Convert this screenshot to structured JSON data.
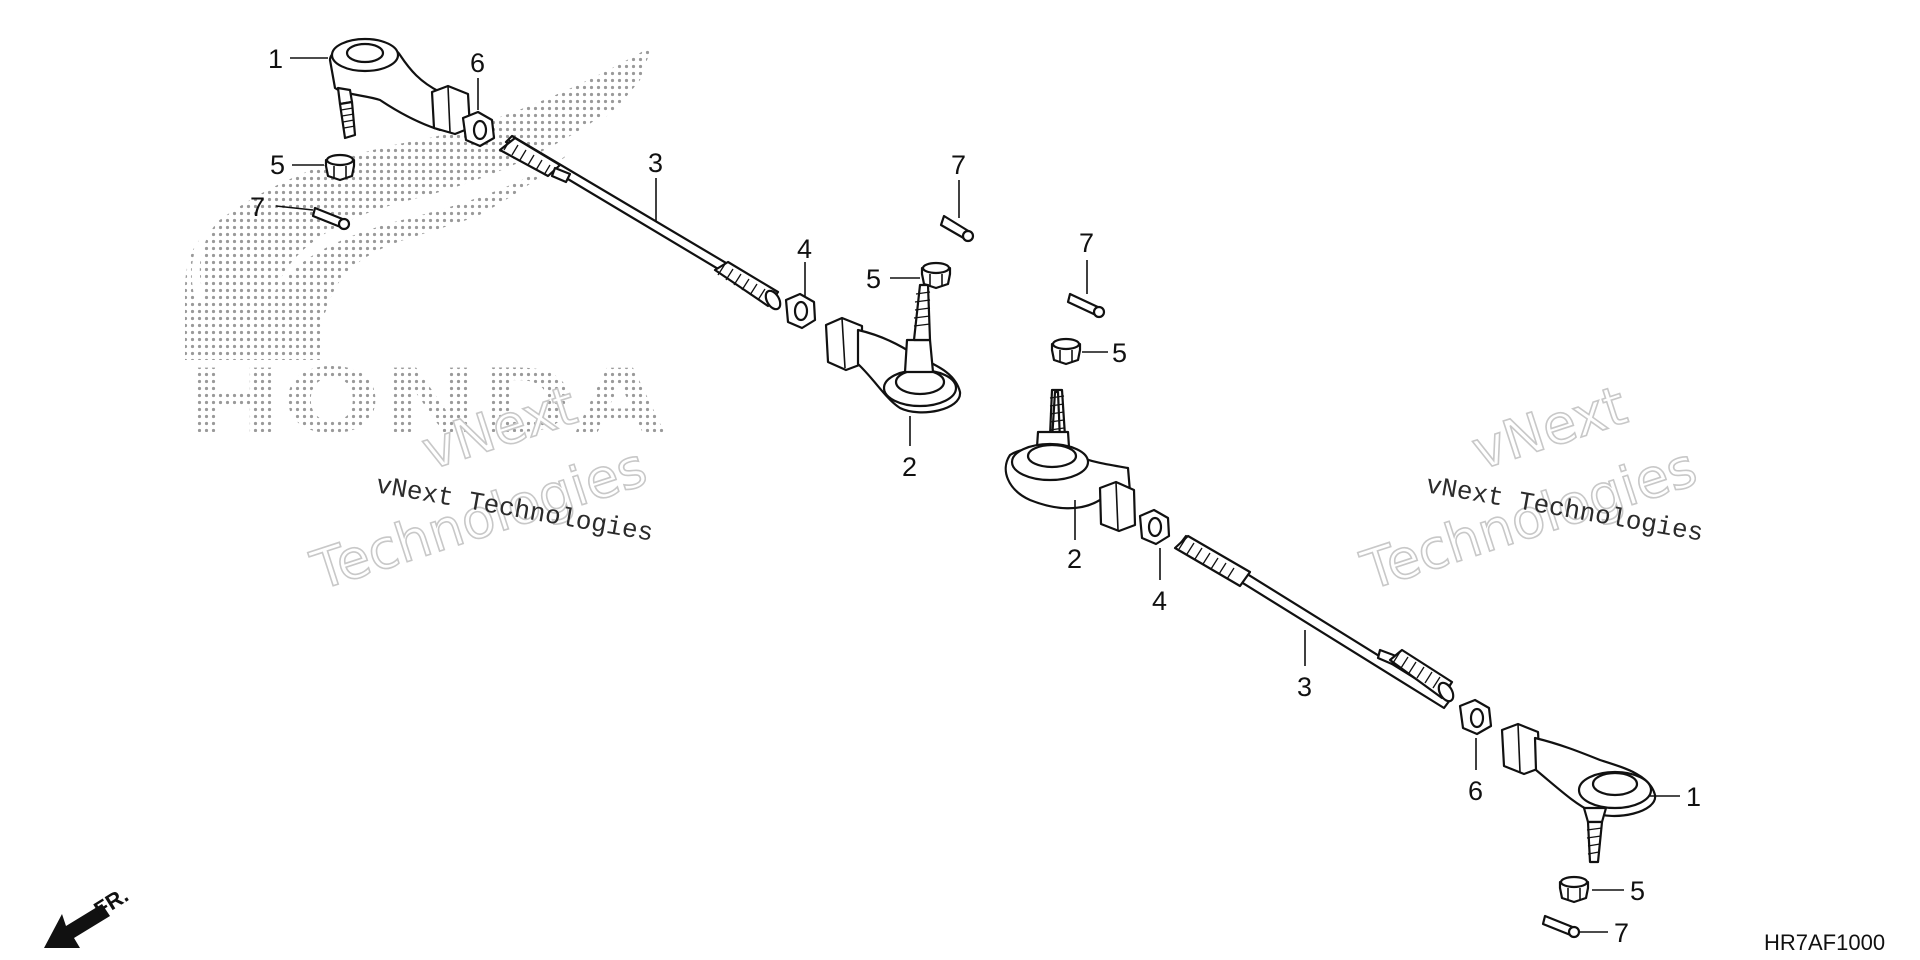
{
  "diagram": {
    "part_code": "HR7AF1000",
    "front_arrow_label": "FR.",
    "watermark": {
      "brand": "HONDA",
      "company_line": "vNext Technologies",
      "big_word_1": "vNext",
      "big_word_2": "Technologies"
    },
    "callouts": {
      "c1_left": "1",
      "c6_left": "6",
      "c5_left": "5",
      "c7_left": "7",
      "c3_left": "3",
      "c7_mid_a": "7",
      "c4_left": "4",
      "c5_mid_a": "5",
      "c2_left": "2",
      "c7_mid_b": "7",
      "c5_mid_b": "5",
      "c2_right": "2",
      "c4_right": "4",
      "c3_right": "3",
      "c6_right": "6",
      "c1_right": "1",
      "c5_right": "5",
      "c7_right": "7"
    },
    "colors": {
      "line": "#111111",
      "watermark_dots": "#9a9a9a",
      "background": "#ffffff"
    }
  }
}
